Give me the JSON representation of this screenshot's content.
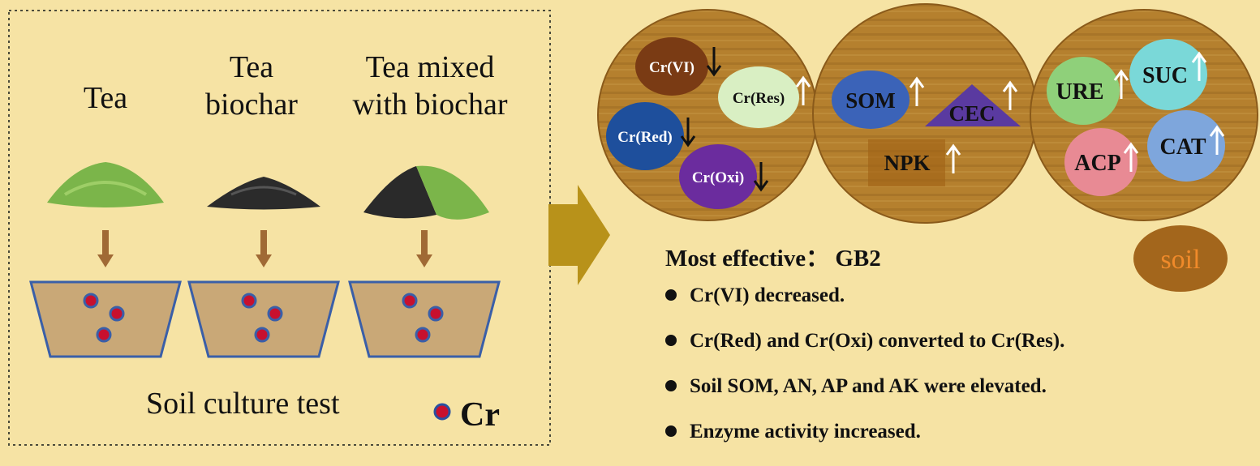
{
  "left_panel": {
    "columns": [
      {
        "label": "Tea",
        "kind": "tea"
      },
      {
        "label": "Tea\nbiochar",
        "kind": "biochar"
      },
      {
        "label": "Tea mixed\nwith biochar",
        "kind": "mixed"
      }
    ],
    "caption": "Soil culture test",
    "legend_label": "Cr"
  },
  "circles": {
    "chromium": [
      {
        "label": "Cr(VI)",
        "trend": "down",
        "color": "#7a3b14"
      },
      {
        "label": "Cr(Res)",
        "trend": "up",
        "color": "#d9efc3"
      },
      {
        "label": "Cr(Red)",
        "trend": "down",
        "color": "#1e4f9c"
      },
      {
        "label": "Cr(Oxi)",
        "trend": "down",
        "color": "#6b2c9e"
      }
    ],
    "nutrients": [
      {
        "label": "SOM",
        "trend": "up",
        "color": "#3b63b8"
      },
      {
        "label": "CEC",
        "trend": "up",
        "color": "#5a3aa0"
      },
      {
        "label": "NPK",
        "trend": "up",
        "color": "#a06014"
      }
    ],
    "enzymes": [
      {
        "label": "URE",
        "trend": "up",
        "color": "#8fd07a"
      },
      {
        "label": "SUC",
        "trend": "up",
        "color": "#7ad8d8"
      },
      {
        "label": "ACP",
        "trend": "up",
        "color": "#e88a94"
      },
      {
        "label": "CAT",
        "trend": "up",
        "color": "#7ea6dc"
      }
    ]
  },
  "soil_label": "soil",
  "summary": {
    "heading": "Most effective： GB2",
    "items": [
      "Cr(VI) decreased.",
      "Cr(Red) and Cr(Oxi) converted to Cr(Res).",
      "Soil SOM, AN, AP and AK were elevated.",
      "Enzyme activity increased."
    ]
  },
  "colors": {
    "background": "#f6e3a4",
    "soil_circle": "#b07a2c",
    "pot_fill": "#c9a877",
    "pot_border": "#3a5fa8",
    "cr_dot": "#c8102e",
    "arrow": "#b8921a"
  }
}
